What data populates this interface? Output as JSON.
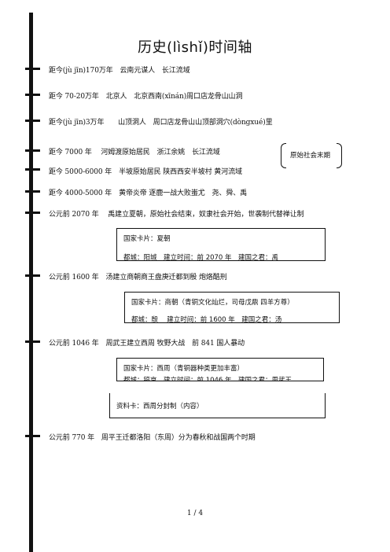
{
  "title": "历史(lìshǐ)时间轴",
  "events": [
    "距今(jù jīn)170万年　云南元谋人　长江流域",
    "距今 70-20万年　北京人　北京西南(xīnán)周口店龙骨山山洞",
    "距今(jù jīn)3万年　　山顶洞人　周口店龙骨山山顶部洞穴(dòngxué)里",
    "距今 7000 年　 河姆渡原始居民　浙江余姚　长江流域",
    "距今 5000-6000 年　半坡原始居民 陕西西安半坡村 黄河流域",
    "距今 4000-5000 年　黄帝炎帝 逐鹿一战大败蚩尤　尧、舜、禹",
    "公元前 2070 年　 禹建立夏朝，原始社会结束，奴隶社会开始，世袭制代替禅让制",
    "公元前 1600 年　汤建立商朝商王盘庚迁都到殷 炮烙酷刑",
    "公元前 1046 年　周武王建立西周 牧野大战　前 841 国人暴动",
    "公元前 770 年　周平王迁都洛阳（东周）分为春秋和战国两个时期"
  ],
  "side_note": "原始社会末期",
  "cards": {
    "xia": {
      "line1": "国家卡片：夏朝",
      "line2": "都城：阳城　建立时间：前 2070 年　建国之君：禹"
    },
    "shang": {
      "line1": "国家卡片：商朝（青铜文化灿烂，司母戊鼎 四羊方尊）",
      "line2": "都城：殷　 建立时间：前 1600 年　建国之君：汤"
    },
    "xizhou": {
      "line1": "国家卡片：西周（青铜器种类更加丰富）",
      "line2": "都城：镐京　建立时间：前 1046 年　建国之君：周武王"
    },
    "fenfeng": {
      "line1": "资料卡：西周分封制（内容）"
    }
  },
  "page_number": "1 / 4"
}
